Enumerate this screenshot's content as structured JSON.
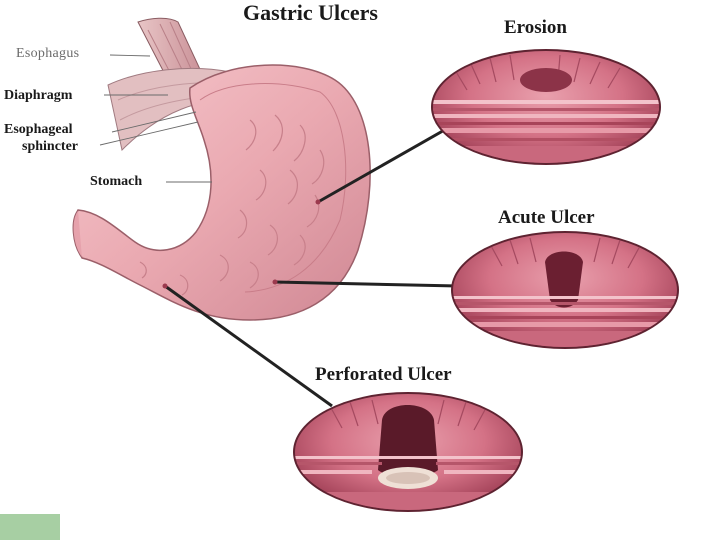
{
  "diagram": {
    "title": "Gastric Ulcers",
    "anatomy_labels": {
      "esophagus": "Esophagus",
      "diaphragm": "Diaphragm",
      "sphincter_line1": "Esophageal",
      "sphincter_line2": "sphincter",
      "stomach": "Stomach"
    },
    "panels": {
      "erosion": "Erosion",
      "acute": "Acute Ulcer",
      "perforated": "Perforated Ulcer"
    }
  },
  "colors": {
    "tissue_light": "#f0b8bf",
    "tissue_mid": "#d77f8d",
    "tissue_dark": "#8e3447",
    "leader_line": "#222222",
    "accent_box": "#a7cfa3"
  }
}
